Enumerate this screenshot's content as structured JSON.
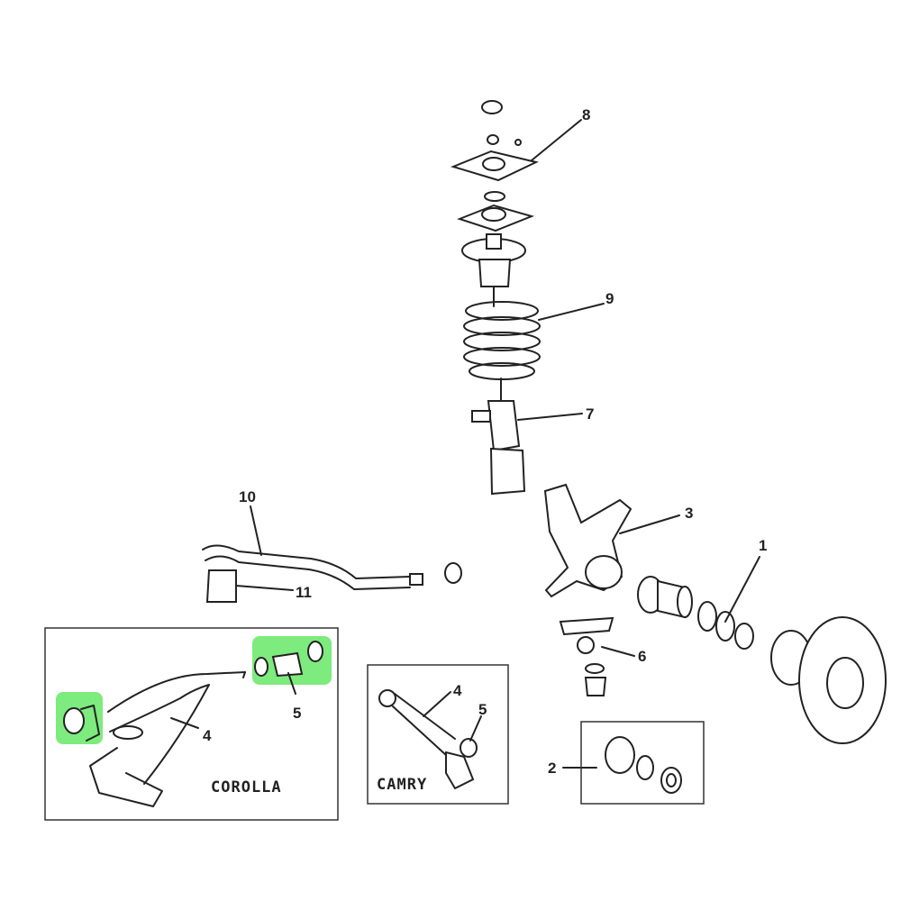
{
  "labels": {
    "strut_mount": "8",
    "coil_spring": "9",
    "strut": "7",
    "steering_knuckle": "3",
    "hub_bearing": "1",
    "stabilizer_bar": "10",
    "stabilizer_bushing": "11",
    "ball_joint": "6",
    "lower_arm_corolla": "4",
    "bushing_corolla": "5",
    "lower_arm_camry": "4",
    "bushing_camry": "5",
    "seal_kit": "2"
  },
  "models": {
    "corolla": "COROLLA",
    "camry": "CAMRY"
  },
  "colors": {
    "highlight": "#66e866",
    "ink": "#222222"
  }
}
